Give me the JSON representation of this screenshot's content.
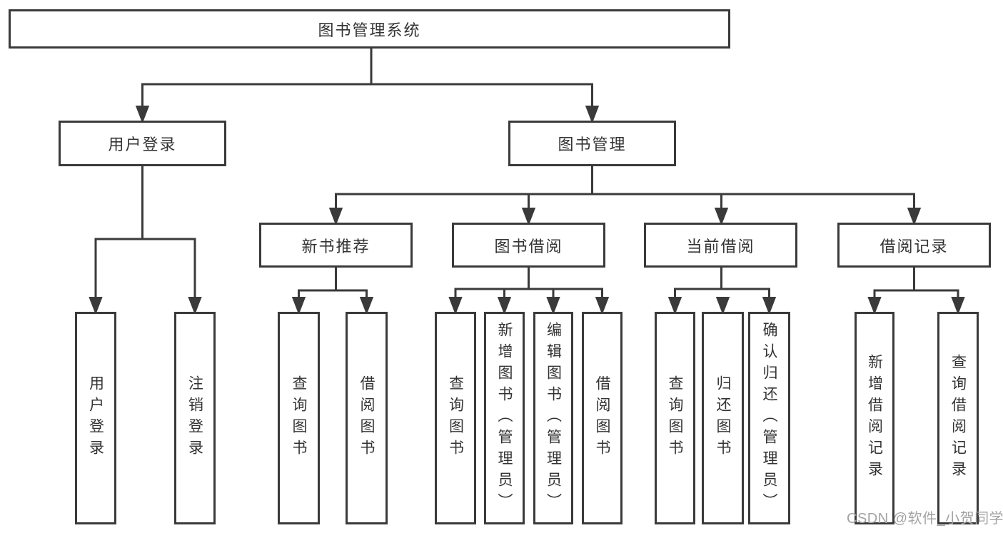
{
  "diagram": {
    "root": {
      "label": "图书管理系统"
    },
    "branches": [
      {
        "label": "用户登录"
      },
      {
        "label": "图书管理"
      }
    ],
    "modules": [
      {
        "label": "新书推荐",
        "parent": "图书管理"
      },
      {
        "label": "图书借阅",
        "parent": "图书管理"
      },
      {
        "label": "当前借阅",
        "parent": "图书管理"
      },
      {
        "label": "借阅记录",
        "parent": "图书管理"
      }
    ],
    "leaves": [
      {
        "label": "用户登录",
        "parent": "用户登录"
      },
      {
        "label": "注销登录",
        "parent": "用户登录"
      },
      {
        "label": "查询图书",
        "parent": "新书推荐"
      },
      {
        "label": "借阅图书",
        "parent": "新书推荐"
      },
      {
        "label": "查询图书",
        "parent": "图书借阅"
      },
      {
        "label": "新增图书（管理员）",
        "parent": "图书借阅"
      },
      {
        "label": "编辑图书（管理员）",
        "parent": "图书借阅"
      },
      {
        "label": "借阅图书",
        "parent": "图书借阅"
      },
      {
        "label": "查询图书",
        "parent": "当前借阅"
      },
      {
        "label": "归还图书",
        "parent": "当前借阅"
      },
      {
        "label": "确认归还（管理员）",
        "parent": "当前借阅"
      },
      {
        "label": "新增借阅记录",
        "parent": "借阅记录"
      },
      {
        "label": "查询借阅记录",
        "parent": "借阅记录"
      }
    ],
    "watermark": "CSDN @软件_小贺同学",
    "colors": {
      "line": "#3a3a3a",
      "text": "#333333",
      "box_background": "#ffffff",
      "watermark": "#a3a3a3"
    }
  }
}
